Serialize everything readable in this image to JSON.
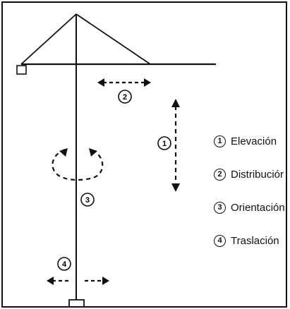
{
  "legend": {
    "items": [
      {
        "number": "1",
        "label": "Elevación"
      },
      {
        "number": "2",
        "label": "Distribuciór"
      },
      {
        "number": "3",
        "label": "Orientación"
      },
      {
        "number": "4",
        "label": "Traslación"
      }
    ]
  },
  "diagram_numbers": {
    "elevacion": "1",
    "distribucion": "2",
    "orientacion": "3",
    "traslacion": "4"
  }
}
